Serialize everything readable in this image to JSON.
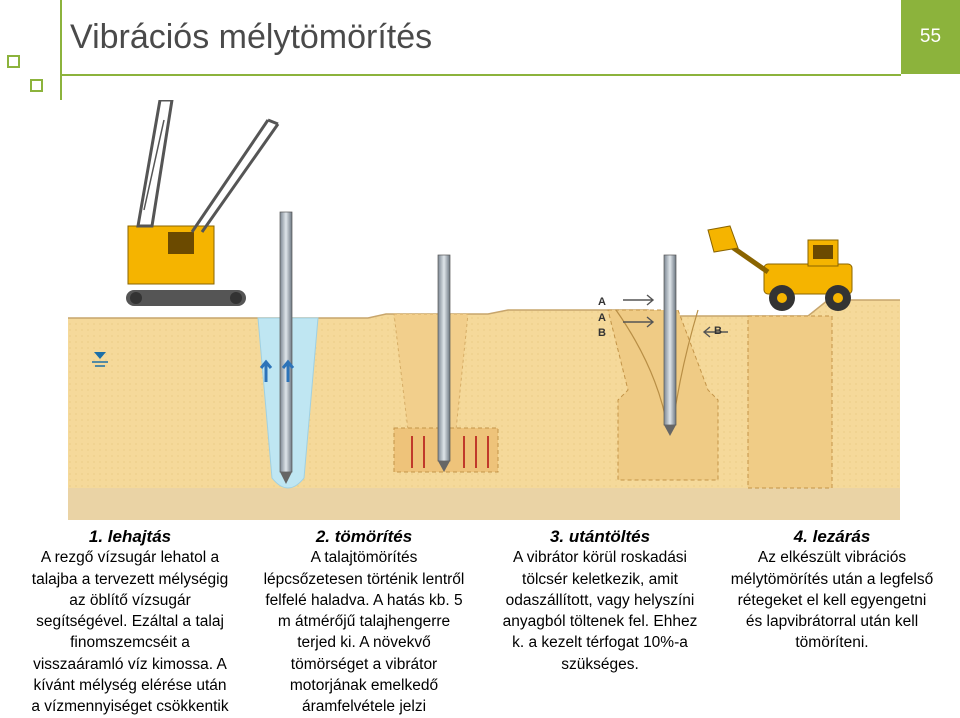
{
  "title": "Vibrációs mélytömörítés",
  "page_number": "55",
  "colors": {
    "accent": "#8cb33c",
    "soil": "#f5d99a",
    "water": "#bfe6f2",
    "machine": "#f5b400"
  },
  "diagram": {
    "labels": {
      "a1": "A",
      "b1": "B",
      "a2": "A",
      "b2": "B"
    }
  },
  "steps": [
    {
      "heading": "1. lehajtás",
      "text": "A rezgő vízsugár lehatol a\ntalajba a tervezett mélységig\naz öblítő vízsugár\nsegítségével. Ezáltal a talaj\nfinomszemcséit a\nvisszaáramló víz kimossa. A\nkívánt mélység elérése után\na vízmennyiséget csökkentik"
    },
    {
      "heading": "2. tömörítés",
      "text": "A talajtömörítés\nlépcsőzetesen történik lentről\nfelfelé haladva. A hatás kb. 5\nm átmérőjű talajhengerre\nterjed ki. A növekvő\ntömörséget a vibrátor\nmotorjának emelkedő\náramfelvétele jelzi"
    },
    {
      "heading": "3. utántöltés",
      "text": "A vibrátor körül roskadási\ntölcsér keletkezik, amit\nodaszállított, vagy helyszíni\nanyagból töltenek fel. Ehhez\nk. a kezelt térfogat 10%-a\nszükséges."
    },
    {
      "heading": "4. lezárás",
      "text": "Az elkészült vibrációs\nmélytömörítés után a legfelső\nrétegeket el kell egyengetni\nés lapvibrátorral után kell\ntömöríteni."
    }
  ]
}
